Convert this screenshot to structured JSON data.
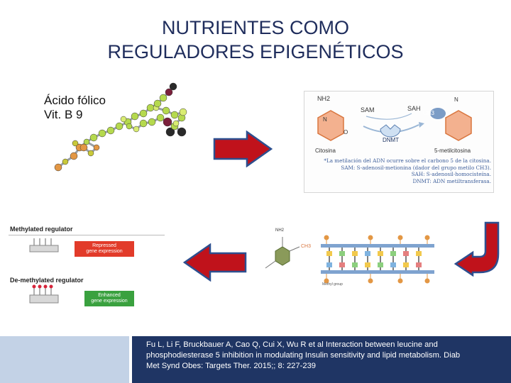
{
  "title": {
    "line1": "NUTRIENTES COMO",
    "line2": "REGULADORES EPIGENÉTICOS"
  },
  "molecule": {
    "name": "Ácido fólico",
    "vitamin": "Vit. B 9"
  },
  "methylation_figure": {
    "reactant_group": "NH2",
    "reactant_atom_n": "N",
    "reactant_atom_o": "O",
    "reactant_name": "Citosina",
    "donor": "SAM",
    "byproduct": "SAH",
    "methyl": "CH3",
    "enzyme": "DNMT",
    "product_name": "5-metilcitosina",
    "caption": [
      "*La metilación del ADN ocurre sobre el carbono 5 de la citosina.",
      "SAM: S-adenosil-metionina (dador del grupo metilo CH3).",
      "SAH: S-adenosil-homocisteína.",
      "DNMT: ADN metiltransferasa."
    ]
  },
  "regulators": {
    "methylated_label": "Methylated regulator",
    "repressed_line1": "Repressed",
    "repressed_line2": "gene expression",
    "demethylated_label": "De-methylated regulator",
    "enhanced_line1": "Enhanced",
    "enhanced_line2": "gene expression"
  },
  "dna_figure": {
    "amine": "NH2",
    "methyl": "CH3",
    "methyl_group_label": "Methyl group"
  },
  "citation": {
    "line1": "Fu L, Li F, Bruckbauer A, Cao Q, Cui X, Wu R et al Interaction between leucine and",
    "line2": "phosphodiesterase 5 inhibition in modulating Insulin sensitivity and lipid metabolism. Diab",
    "line3": "Met Synd Obes: Targets  Ther. 2015;; 8: 227-239"
  },
  "colors": {
    "title": "#1f2d5c",
    "arrow_red": "#c0121b",
    "arrow_edge": "#2d4f8f",
    "footer_dark": "#1f3564",
    "footer_light": "#c3d2e6",
    "repressed_box": "#e23b2a",
    "enhanced_box": "#3aa13f"
  },
  "icons": [
    "right-arrow",
    "left-arrow",
    "down-u-turn-arrow",
    "molecule-model",
    "dna-ladder"
  ]
}
